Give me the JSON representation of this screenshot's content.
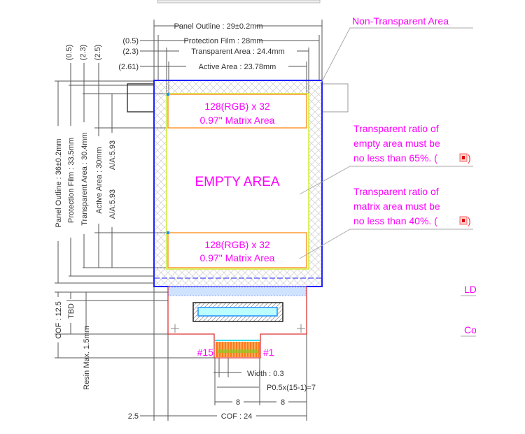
{
  "top_dims": {
    "panel_outline": "Panel Outline : 29±0.2mm",
    "protection_film": "Protection Film : 28mm",
    "transparent_area": "Transparent Area : 24.4mm",
    "active_area": "Active Area : 23.78mm",
    "offset_film": "(0.5)",
    "offset_transparent": "(2.3)",
    "offset_active": "(2.61)"
  },
  "left_dims": {
    "v_offset_1": "(0.5)",
    "v_offset_2": "(2.3)",
    "v_offset_3": "(2.5)",
    "panel_outline": "Panel Outline : 36±0.2mm",
    "protection_film": "Protection Film : 33.5mm",
    "transparent_area": "Transparent Area : 30.4mm",
    "active_area": "Active Area : 30mm",
    "aa_top": "A/A:5.93",
    "aa_bottom": "A/A:5.93",
    "cof_height": "COF : 12.5",
    "tbd": "TBD",
    "resin": "Resin Max. 1.5mm"
  },
  "panel": {
    "matrix_top_line1": "128(RGB) x 32",
    "matrix_top_line2": "0.97\" Matrix Area",
    "empty_area": "EMPTY AREA",
    "matrix_bottom_line1": "128(RGB) x 32",
    "matrix_bottom_line2": "0.97\" Matrix Area"
  },
  "cof": {
    "pin_last": "#15",
    "pin_first": "#1",
    "width": "Width : 0.3",
    "pitch": "P0.5x(15-1)=7",
    "half_left": "8",
    "half_right": "8",
    "left_offset": "2.5",
    "cof_width": "COF : 24"
  },
  "notes": {
    "non_transparent": "Non-Transparent Area",
    "empty_ratio": [
      "Transparent ratio of",
      "empty area must be",
      "no less than 65%. ("
    ],
    "matrix_ratio": [
      "Transparent ratio of",
      "matrix area must be",
      "no less than 40%. ("
    ],
    "close_paren": ")",
    "cut_label_1": "LD",
    "cut_label_2": "Co"
  },
  "colors": {
    "annotation": "#ff00ff",
    "outline": "#2020ff",
    "matrix": "#ff9933",
    "active": "#ccee33",
    "cof": "#dd3333"
  }
}
